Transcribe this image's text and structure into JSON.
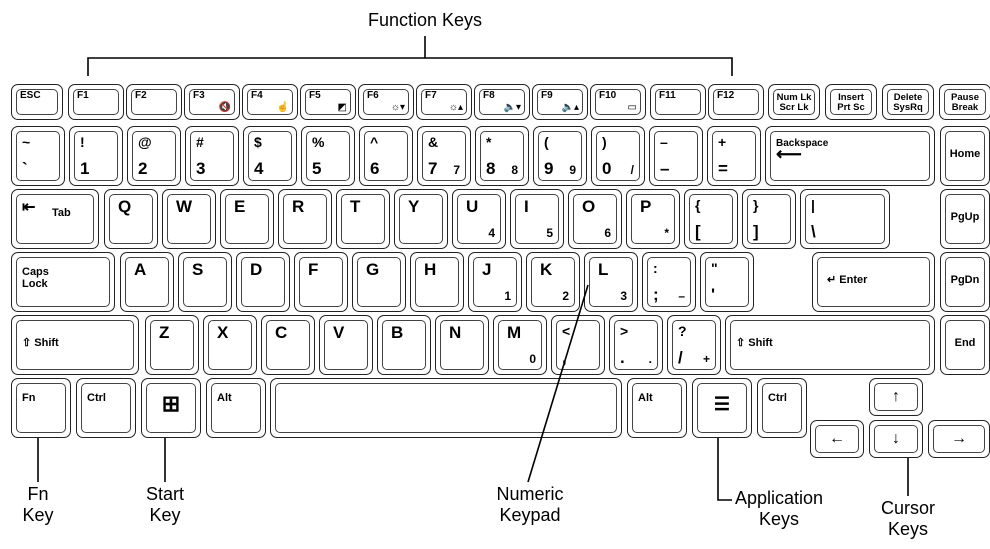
{
  "captions": {
    "function_keys": "Function Keys",
    "fn_key": [
      "Fn",
      "Key"
    ],
    "start_key": [
      "Start",
      "Key"
    ],
    "numeric_keypad": [
      "Numeric",
      "Keypad"
    ],
    "application_keys": [
      "Application",
      "Keys"
    ],
    "cursor_keys": [
      "Cursor",
      "Keys"
    ]
  },
  "function_row": {
    "esc": "ESC",
    "f1": "F1",
    "f2": "F2",
    "f3": "F3",
    "f4": "F4",
    "f5": "F5",
    "f6": "F6",
    "f7": "F7",
    "f8": "F8",
    "f9": "F9",
    "f10": "F10",
    "f11": "F11",
    "f12": "F12",
    "numlk": [
      "Num Lk",
      "Scr Lk"
    ],
    "insert": [
      "Insert",
      "Prt Sc"
    ],
    "delete": [
      "Delete",
      "SysRq"
    ],
    "pause": [
      "Pause",
      "Break"
    ],
    "icons": {
      "f3": "mute-icon",
      "f4": "touchpad-icon",
      "f5": "display-switch-icon",
      "f6": "brightness-down-icon",
      "f7": "brightness-up-icon",
      "f8": "volume-down-icon",
      "f9": "volume-up-icon",
      "f10": "window-icon"
    }
  },
  "number_row": [
    {
      "top": "~",
      "bot": "`"
    },
    {
      "top": "!",
      "bot": "1"
    },
    {
      "top": "@",
      "bot": "2"
    },
    {
      "top": "#",
      "bot": "3"
    },
    {
      "top": "$",
      "bot": "4"
    },
    {
      "top": "%",
      "bot": "5"
    },
    {
      "top": "^",
      "bot": "6"
    },
    {
      "top": "&",
      "bot": "7",
      "kp": "7"
    },
    {
      "top": "*",
      "bot": "8",
      "kp": "8"
    },
    {
      "top": "(",
      "bot": "9",
      "kp": "9"
    },
    {
      "top": ")",
      "bot": "0",
      "kp": "/"
    },
    {
      "top": "–",
      "bot": "–"
    },
    {
      "top": "+",
      "bot": "="
    }
  ],
  "backspace": "Backspace",
  "home": "Home",
  "tab": "Tab",
  "q_row": [
    {
      "main": "Q"
    },
    {
      "main": "W"
    },
    {
      "main": "E"
    },
    {
      "main": "R"
    },
    {
      "main": "T"
    },
    {
      "main": "Y"
    },
    {
      "main": "U",
      "kp": "4"
    },
    {
      "main": "I",
      "kp": "5"
    },
    {
      "main": "O",
      "kp": "6"
    },
    {
      "main": "P",
      "kp": "*"
    },
    {
      "top": "{",
      "bot": "["
    },
    {
      "top": "}",
      "bot": "]"
    },
    {
      "top": "|",
      "bot": "\\"
    }
  ],
  "pgup": "PgUp",
  "caps": [
    "Caps",
    "Lock"
  ],
  "a_row": [
    {
      "main": "A"
    },
    {
      "main": "S"
    },
    {
      "main": "D"
    },
    {
      "main": "F"
    },
    {
      "main": "G"
    },
    {
      "main": "H"
    },
    {
      "main": "J",
      "kp": "1"
    },
    {
      "main": "K",
      "kp": "2"
    },
    {
      "main": "L",
      "kp": "3"
    },
    {
      "top": ":",
      "bot": ";",
      "kp": "–"
    },
    {
      "top": "\"",
      "bot": "'"
    }
  ],
  "enter": "Enter",
  "pgdn": "PgDn",
  "shift": "Shift",
  "z_row": [
    {
      "main": "Z"
    },
    {
      "main": "X"
    },
    {
      "main": "C"
    },
    {
      "main": "V"
    },
    {
      "main": "B"
    },
    {
      "main": "N"
    },
    {
      "main": "M",
      "kp": "0"
    },
    {
      "top": "<",
      "bot": ","
    },
    {
      "top": ">",
      "bot": ".",
      "kp": "."
    },
    {
      "top": "?",
      "bot": "/",
      "kp": "+"
    }
  ],
  "end": "End",
  "bottom_row": {
    "fn": "Fn",
    "ctrl": "Ctrl",
    "start_icon": "windows-logo-icon",
    "alt": "Alt",
    "app_icon": "application-menu-icon"
  },
  "arrows": {
    "up": "↑",
    "down": "↓",
    "left": "←",
    "right": "→"
  }
}
